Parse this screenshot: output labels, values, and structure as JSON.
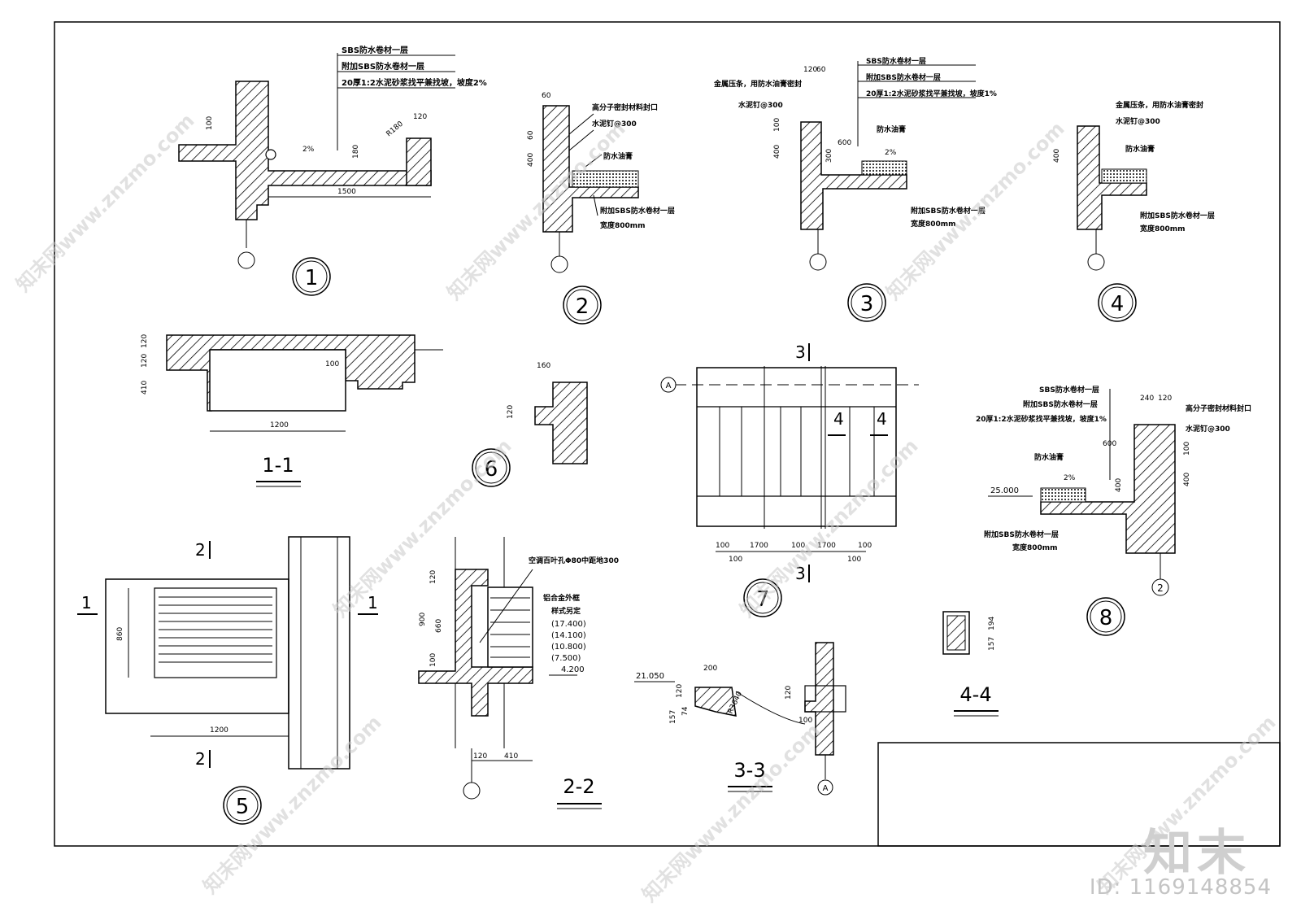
{
  "details": {
    "d1": {
      "label": "1",
      "notes": [
        "SBS防水卷材一层",
        "附加SBS防水卷材一层",
        "20厚1:2水泥砂浆找平兼找坡，坡度2%"
      ],
      "dims": [
        "100",
        "180",
        "1500",
        "120",
        "R180",
        "2%"
      ]
    },
    "d2": {
      "label": "2",
      "notes": [
        "高分子密封材料封口",
        "水泥钉@300",
        "防水油膏",
        "附加SBS防水卷材一层",
        "宽度800mm"
      ],
      "dims": [
        "60",
        "60",
        "400"
      ]
    },
    "d3": {
      "label": "3",
      "notes": [
        "SBS防水卷材一层",
        "附加SBS防水卷材一层",
        "20厚1:2水泥砂浆找平兼找坡，坡度1%",
        "金属压条，用防水油膏密封",
        "水泥钉@300",
        "防水油膏",
        "附加SBS防水卷材一层",
        "宽度800mm"
      ],
      "dims": [
        "120",
        "60",
        "100",
        "400",
        "300",
        "600",
        "2%"
      ]
    },
    "d4": {
      "label": "4",
      "notes": [
        "金属压条，用防水油膏密封",
        "水泥钉@300",
        "防水油膏",
        "附加SBS防水卷材一层",
        "宽度800mm"
      ],
      "dims": [
        "400"
      ]
    },
    "s11": {
      "label": "1-1",
      "dims": [
        "120",
        "120",
        "410",
        "100",
        "1200"
      ]
    },
    "d6": {
      "label": "6",
      "dims": [
        "160",
        "120"
      ]
    },
    "d7": {
      "label": "7",
      "axis": "A",
      "cut3": "3",
      "cut4": "4",
      "dims": [
        "100",
        "1700",
        "100",
        "1700",
        "100",
        "100",
        "100"
      ]
    },
    "d8": {
      "label": "8",
      "axis": "2",
      "notes": [
        "SBS防水卷材一层",
        "附加SBS防水卷材一层",
        "20厚1:2水泥砂浆找平兼找坡，坡度1%",
        "高分子密封材料封口",
        "水泥钉@300",
        "防水油膏",
        "附加SBS防水卷材一层",
        "宽度800mm"
      ],
      "dims": [
        "240",
        "120",
        "600",
        "100",
        "400",
        "400",
        "2%"
      ],
      "elev": "25.000"
    },
    "d5": {
      "label": "5",
      "cut1": "1",
      "cut2": "2",
      "dims": [
        "860",
        "1200"
      ]
    },
    "s22": {
      "label": "2-2",
      "notes": [
        "空调百叶孔Φ80中距地300",
        "铝合金外框",
        "样式另定"
      ],
      "levels": [
        "(17.400)",
        "(14.100)",
        "(10.800)",
        "(7.500)",
        "4.200"
      ],
      "dims": [
        "120",
        "900",
        "660",
        "100",
        "120",
        "410"
      ]
    },
    "s33": {
      "label": "3-3",
      "axis": "A",
      "elev": "21.050",
      "dims": [
        "200",
        "120",
        "157",
        "74",
        "R3640",
        "120",
        "100"
      ]
    },
    "s44": {
      "label": "4-4",
      "dims": [
        "194",
        "157"
      ]
    }
  },
  "watermark": {
    "site": "知末网www.znzmo.com",
    "brand": "知末",
    "id": "ID: 1169148854"
  }
}
